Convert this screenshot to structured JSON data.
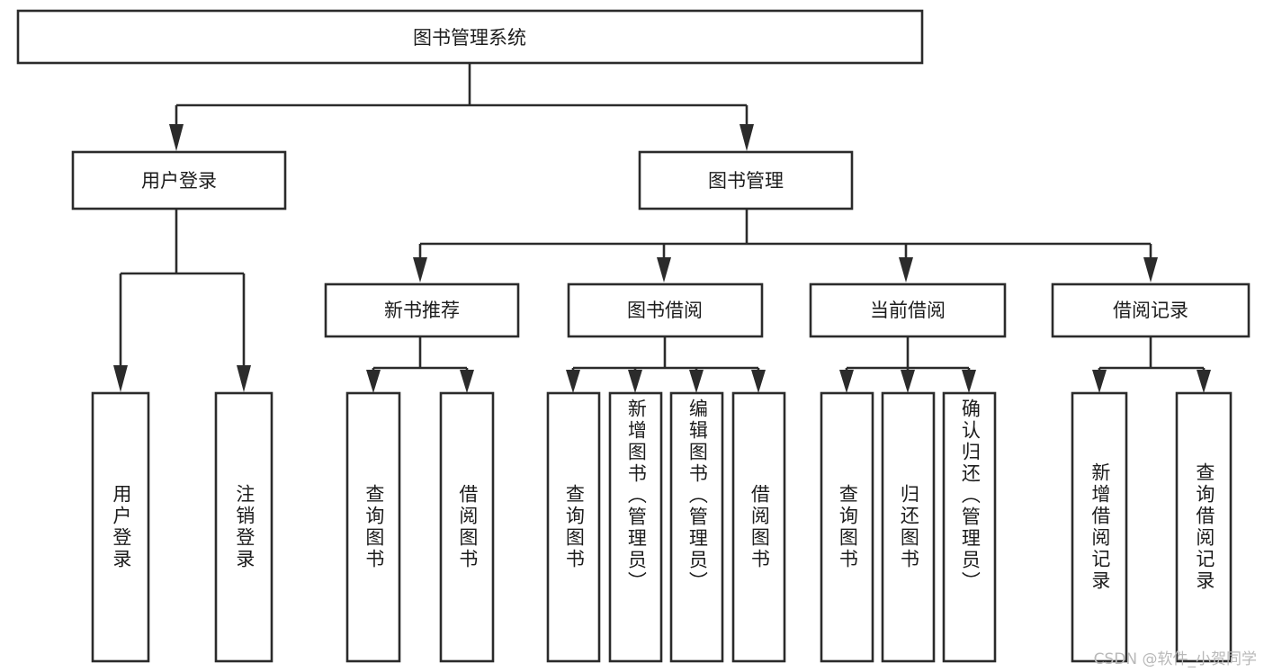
{
  "diagram": {
    "type": "tree",
    "title": "图书管理系统",
    "watermark": "CSDN @软件_小贺同学",
    "colors": {
      "stroke": "#2b2b2b",
      "box_fill": "#ffffff",
      "text": "#1c1c1c",
      "background": "#ffffff",
      "watermark": "#b9b9b9"
    },
    "root": {
      "label": "图书管理系统",
      "level": 1
    },
    "level2": [
      {
        "label": "用户登录"
      },
      {
        "label": "图书管理"
      }
    ],
    "level3": [
      {
        "label": "新书推荐"
      },
      {
        "label": "图书借阅"
      },
      {
        "label": "当前借阅"
      },
      {
        "label": "借阅记录"
      }
    ],
    "leaves": [
      {
        "label": "用户登录",
        "parent": "用户登录"
      },
      {
        "label": "注销登录",
        "parent": "用户登录"
      },
      {
        "label": "查询图书",
        "parent": "新书推荐"
      },
      {
        "label": "借阅图书",
        "parent": "新书推荐"
      },
      {
        "label": "查询图书",
        "parent": "图书借阅"
      },
      {
        "label": "新增图书（管理员）",
        "parent": "图书借阅"
      },
      {
        "label": "编辑图书（管理员）",
        "parent": "图书借阅"
      },
      {
        "label": "借阅图书",
        "parent": "图书借阅"
      },
      {
        "label": "查询图书",
        "parent": "当前借阅"
      },
      {
        "label": "归还图书",
        "parent": "当前借阅"
      },
      {
        "label": "确认归还（管理员）",
        "parent": "当前借阅"
      },
      {
        "label": "新增借阅记录",
        "parent": "借阅记录"
      },
      {
        "label": "查询借阅记录",
        "parent": "借阅记录"
      }
    ]
  }
}
